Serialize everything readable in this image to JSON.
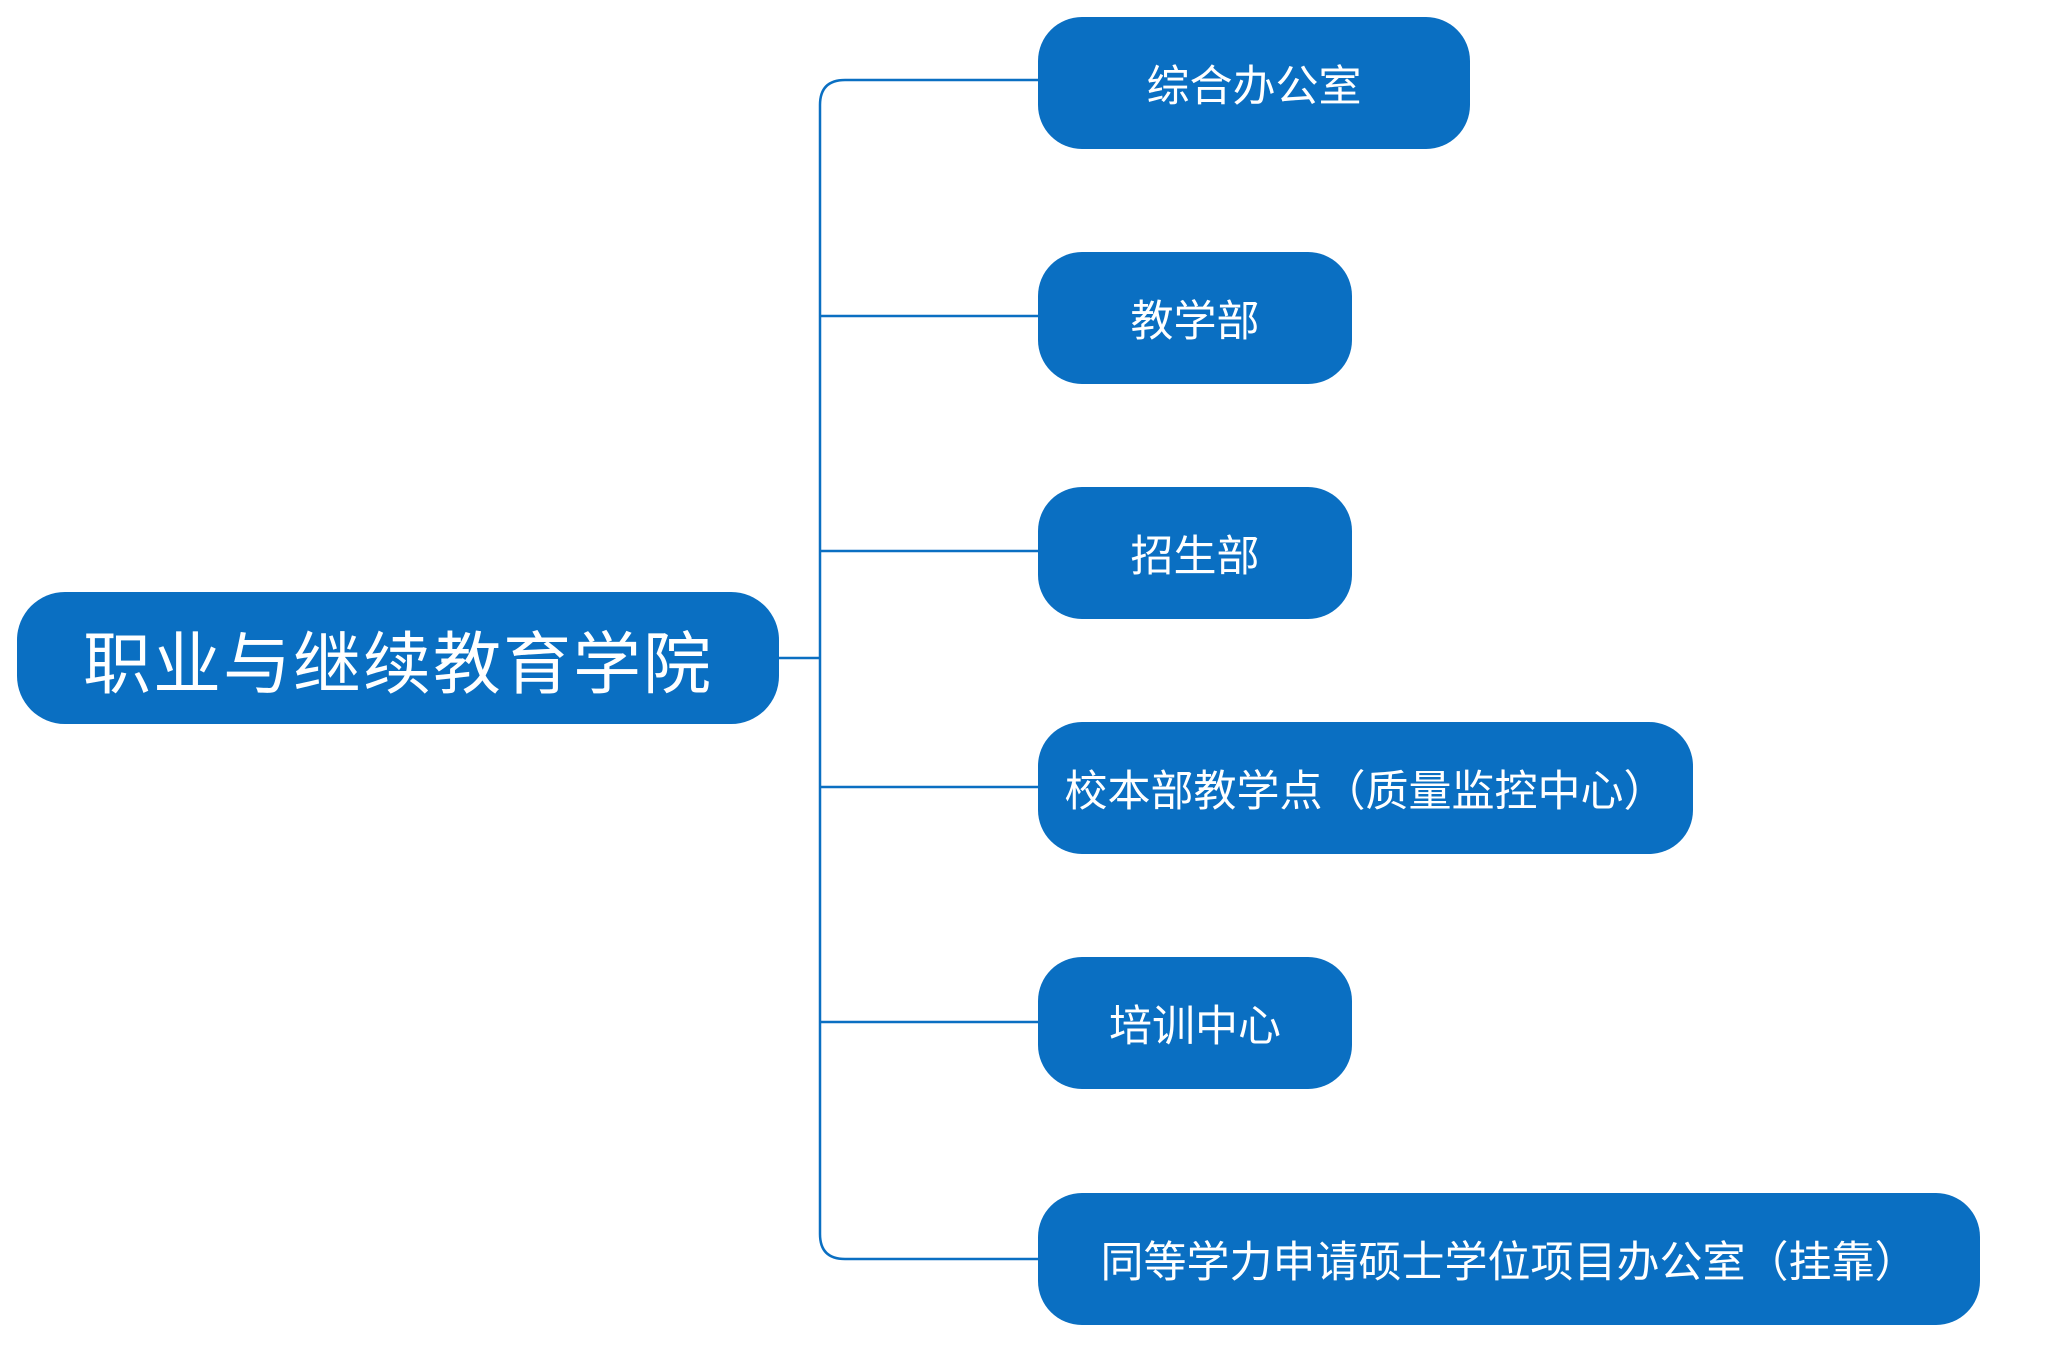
{
  "diagram": {
    "root": {
      "label": "职业与继续教育学院"
    },
    "children": [
      {
        "label": "综合办公室"
      },
      {
        "label": "教学部"
      },
      {
        "label": "招生部"
      },
      {
        "label": "校本部教学点（质量监控中心）"
      },
      {
        "label": "培训中心"
      },
      {
        "label": "同等学力申请硕士学位项目办公室（挂靠）"
      }
    ],
    "colors": {
      "node_fill": "#0a6fc2",
      "node_text": "#ffffff",
      "connector": "#0a6fc2"
    }
  }
}
